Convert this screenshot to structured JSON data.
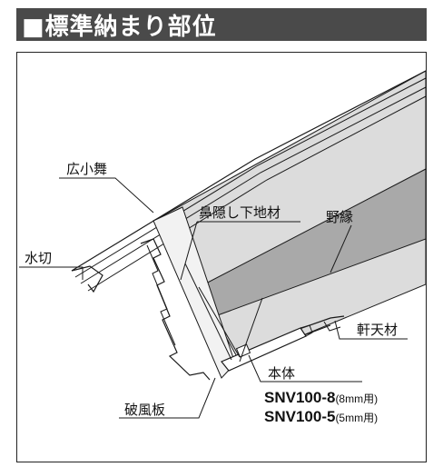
{
  "title": "■標準納まり部位",
  "labels": {
    "hiro_komai": "広小舞",
    "hanakakushi": "鼻隠し下地材",
    "nobuchi": "野縁",
    "mizukiri": "水切",
    "nokiten": "軒天材",
    "hontai": "本体",
    "hafuita": "破風板"
  },
  "products": [
    {
      "code": "SNV100-8",
      "note": "(8mm用)"
    },
    {
      "code": "SNV100-5",
      "note": "(5mm用)"
    }
  ],
  "colors": {
    "title_bg": "#4a4a4a",
    "roof_fill": "#dcdcdc",
    "band_fill": "#a9a9a9",
    "line": "#1a1a1a"
  }
}
